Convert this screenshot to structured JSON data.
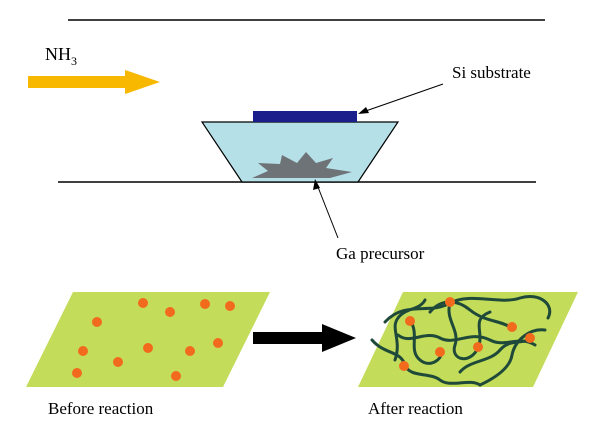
{
  "labels": {
    "gas": "NH",
    "gas_subscript": "3",
    "substrate": "Si substrate",
    "precursor": "Ga precursor",
    "before": "Before reaction",
    "after": "After reaction"
  },
  "colors": {
    "gas_arrow": "#F9B800",
    "substrate": "#1B1F8C",
    "boat": "#B6E0E8",
    "precursor": "#6E7378",
    "plate": "#C3DC5A",
    "droplet": "#F26B1D",
    "nanowire": "#1F4A3A",
    "reaction_arrow": "#000000"
  }
}
